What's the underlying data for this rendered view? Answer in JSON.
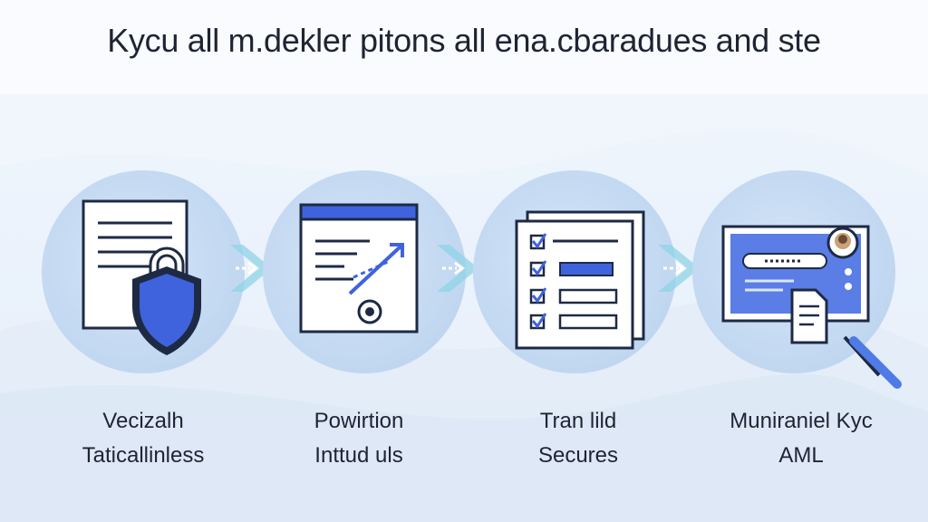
{
  "header": {
    "title": "Kycu all m.dekler pitons all ena.cbaradues and ste"
  },
  "colors": {
    "accent": "#3f63dc",
    "outline": "#1e2a44",
    "circle": "#c4d9f2",
    "arrow": "#8fd3e6"
  },
  "steps": [
    {
      "icon": "document-shield-icon",
      "line1": "Vecizalh",
      "line2": "Taticallinless"
    },
    {
      "icon": "report-chart-icon",
      "line1": "Powirtion",
      "line2": "Inttud uls"
    },
    {
      "icon": "checklist-icon",
      "line1": "Tran lild",
      "line2": "Secures"
    },
    {
      "icon": "monitor-verification-icon",
      "line1": "Muniraniel Kyc",
      "line2": "AML"
    }
  ],
  "arrows": [
    "arrow-right-icon",
    "arrow-right-icon",
    "arrow-right-icon"
  ]
}
